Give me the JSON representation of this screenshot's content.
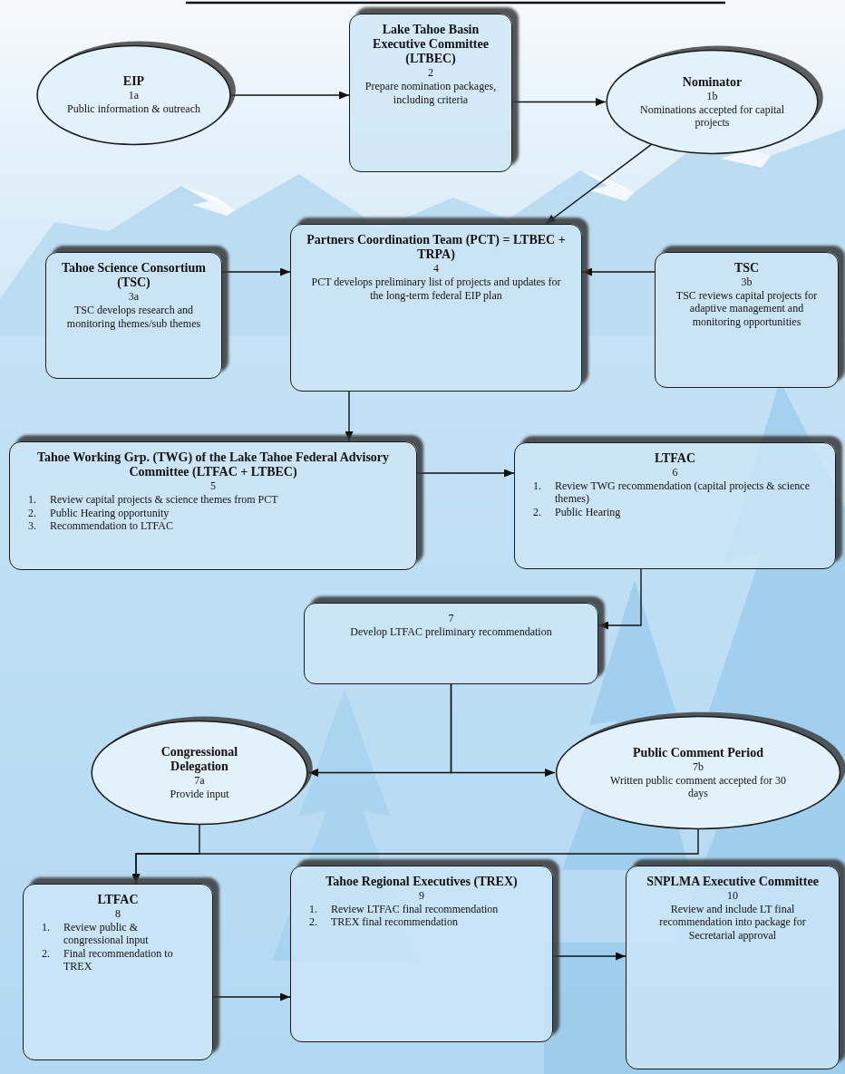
{
  "diagram": {
    "nodes": [
      {
        "text": [
          "EIP",
          "1a",
          "Public information & outreach"
        ]
      },
      {
        "text": [
          "Lake Tahoe Basin Executive Committee (LTBEC)",
          "2",
          "Prepare nomination packages, including criteria"
        ]
      },
      {
        "text": [
          "Nominator",
          "1b",
          "Nominations accepted for capital projects"
        ]
      },
      {
        "text": [
          "Tahoe Science Consortium (TSC)",
          "3a",
          "TSC develops research and monitoring themes/sub themes"
        ]
      },
      {
        "text": [
          "Partners Coordination Team (PCT) = LTBEC + TRPA)",
          "4",
          "PCT develops preliminary list of projects and updates for the long-term federal EIP plan"
        ]
      },
      {
        "text": [
          "TSC",
          "3b",
          "TSC reviews capital projects for adaptive management and monitoring opportunities"
        ]
      },
      {
        "text": [
          "Tahoe Working Grp. (TWG) of the Lake Tahoe Federal Advisory Committee (LTFAC + LTBEC)",
          "5",
          "1.",
          "Review capital projects & science themes from PCT",
          "2.",
          "Public Hearing opportunity",
          "3.",
          "Recommendation to LTFAC"
        ]
      },
      {
        "text": [
          "LTFAC",
          "6",
          "1.",
          "Review TWG recommendation (capital projects & science themes)",
          "2.",
          "Public Hearing"
        ]
      },
      {
        "text": [
          "7",
          "Develop LTFAC preliminary recommendation"
        ]
      },
      {
        "text": [
          "Congressional Delegation",
          "7a",
          "Provide input"
        ]
      },
      {
        "text": [
          "Public Comment Period",
          "7b",
          "Written public comment accepted for 30 days"
        ]
      },
      {
        "text": [
          "LTFAC",
          "8",
          "1.",
          "Review public & congressional input",
          "2.",
          "Final recommendation to TREX"
        ]
      },
      {
        "text": [
          "Tahoe Regional Executives (TREX)",
          "9",
          "1.",
          "Review LTFAC final recommendation",
          "2.",
          "TREX final recommendation"
        ]
      },
      {
        "text": [
          "SNPLMA Executive Committee",
          "10",
          "Review and include LT final recommendation into package for Secretarial approval"
        ]
      }
    ],
    "edges": [
      {
        "from": 0,
        "to": 1,
        "arrow": "to"
      },
      {
        "from": 1,
        "to": 2,
        "arrow": "to"
      },
      {
        "from": 2,
        "to": 4,
        "arrow": "to"
      },
      {
        "from": 3,
        "to": 4,
        "arrow": "to"
      },
      {
        "from": 5,
        "to": 4,
        "arrow": "to"
      },
      {
        "from": 4,
        "to": 6,
        "arrow": "to"
      },
      {
        "from": 6,
        "to": 7,
        "arrow": "to"
      },
      {
        "from": 7,
        "to": 8,
        "arrow": "to"
      },
      {
        "from": 8,
        "to": 9,
        "arrow": "to"
      },
      {
        "from": 8,
        "to": 10,
        "arrow": "to"
      },
      {
        "from": 9,
        "to": 11,
        "arrow": "to"
      },
      {
        "from": 10,
        "to": 11,
        "arrow": "to"
      },
      {
        "from": 11,
        "to": 12,
        "arrow": "to"
      },
      {
        "from": 12,
        "to": 13,
        "arrow": "to"
      }
    ]
  }
}
